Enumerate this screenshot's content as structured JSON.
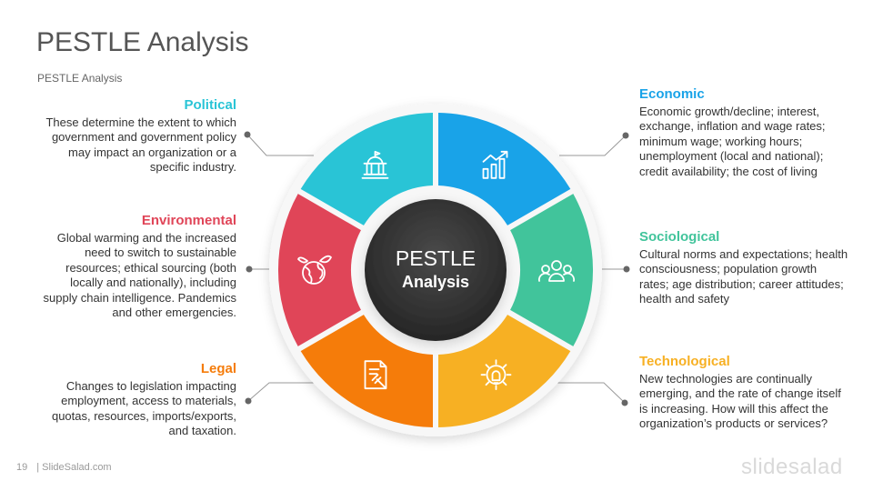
{
  "slide": {
    "title": "PESTLE Analysis",
    "subtitle": "PESTLE Analysis",
    "page_number": "19",
    "footer_text": "| SlideSalad.com",
    "brand": "slidesalad"
  },
  "center": {
    "line1": "PESTLE",
    "line2": "Analysis",
    "color": "#333333"
  },
  "factors": [
    {
      "id": "political",
      "heading": "Political",
      "color": "#29C4D6",
      "icon": "capitol-building-icon",
      "text": "These determine the extent to which government and government policy may impact an organization or a specific industry."
    },
    {
      "id": "economic",
      "heading": "Economic",
      "color": "#19A3E8",
      "icon": "growth-chart-icon",
      "text": "Economic growth/decline; interest, exchange, inflation and wage rates; minimum wage; working hours; unemployment (local and national); credit availability; the cost of living"
    },
    {
      "id": "sociological",
      "heading": "Sociological",
      "color": "#41C49B",
      "icon": "people-group-icon",
      "text": "Cultural norms and expectations; health consciousness; population growth rates; age distribution; career attitudes; health and safety"
    },
    {
      "id": "technological",
      "heading": "Technological",
      "color": "#F7B023",
      "icon": "gear-bulb-icon",
      "text": "New technologies are continually emerging, and the rate of change itself is increasing. How will this affect the organization’s products or services?"
    },
    {
      "id": "legal",
      "heading": "Legal",
      "color": "#F57C0A",
      "icon": "legal-document-icon",
      "text": "Changes to legislation impacting employment, access to materials, quotas, resources, imports/exports, and taxation."
    },
    {
      "id": "environmental",
      "heading": "Environmental",
      "color": "#E04558",
      "icon": "globe-leaf-icon",
      "text": "Global warming and the increased need to switch to sustainable resources; ethical sourcing (both locally and nationally), including supply chain intelligence. Pandemics and other emergencies."
    }
  ]
}
